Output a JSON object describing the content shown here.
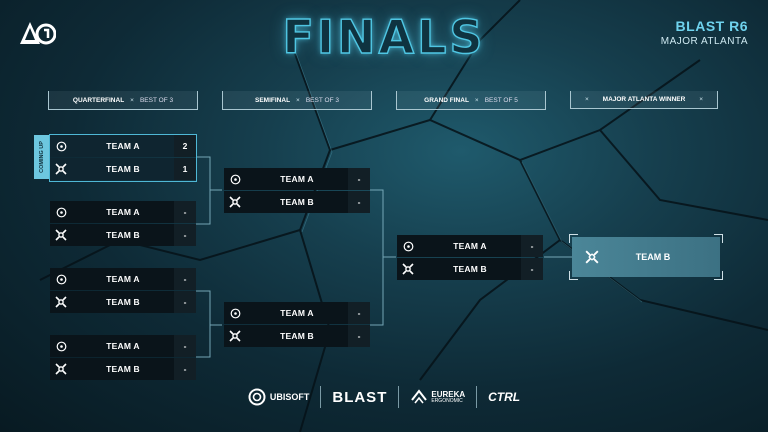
{
  "header": {
    "title": "FINALS",
    "brand_line1": "BLAST R6",
    "brand_line2": "MAJOR ATLANTA"
  },
  "rounds": [
    {
      "name": "QUARTERFINAL",
      "format": "BEST OF 3"
    },
    {
      "name": "SEMIFINAL",
      "format": "BEST OF 3"
    },
    {
      "name": "GRAND FINAL",
      "format": "BEST OF 5"
    },
    {
      "name": "MAJOR ATLANTA WINNER",
      "format": ""
    }
  ],
  "separator": "×",
  "coming_up": "COMING UP",
  "matches": {
    "qf1": {
      "team1": "TEAM A",
      "score1": "2",
      "team2": "TEAM B",
      "score2": "1"
    },
    "qf2": {
      "team1": "TEAM A",
      "score1": "-",
      "team2": "TEAM B",
      "score2": "-"
    },
    "qf3": {
      "team1": "TEAM A",
      "score1": "-",
      "team2": "TEAM B",
      "score2": "-"
    },
    "qf4": {
      "team1": "TEAM A",
      "score1": "-",
      "team2": "TEAM B",
      "score2": "-"
    },
    "sf1": {
      "team1": "TEAM A",
      "score1": "-",
      "team2": "TEAM B",
      "score2": "-"
    },
    "sf2": {
      "team1": "TEAM A",
      "score1": "-",
      "team2": "TEAM B",
      "score2": "-"
    },
    "gf": {
      "team1": "TEAM A",
      "score1": "-",
      "team2": "TEAM B",
      "score2": "-"
    }
  },
  "winner": {
    "team": "TEAM B"
  },
  "sponsors": {
    "ubisoft": "UBISOFT",
    "blast": "BLAST",
    "eureka": "EUREKA",
    "eureka_sub": "ERGONOMIC",
    "ctrl": "CTRL"
  },
  "colors": {
    "accent": "#4fc6e3",
    "row_bg": "#0a141a",
    "winner_bg": "#4b8698",
    "coming_up": "#6dc7df"
  },
  "icons": {
    "team_a": "circle-dot-icon",
    "team_b": "x-cross-icon"
  }
}
